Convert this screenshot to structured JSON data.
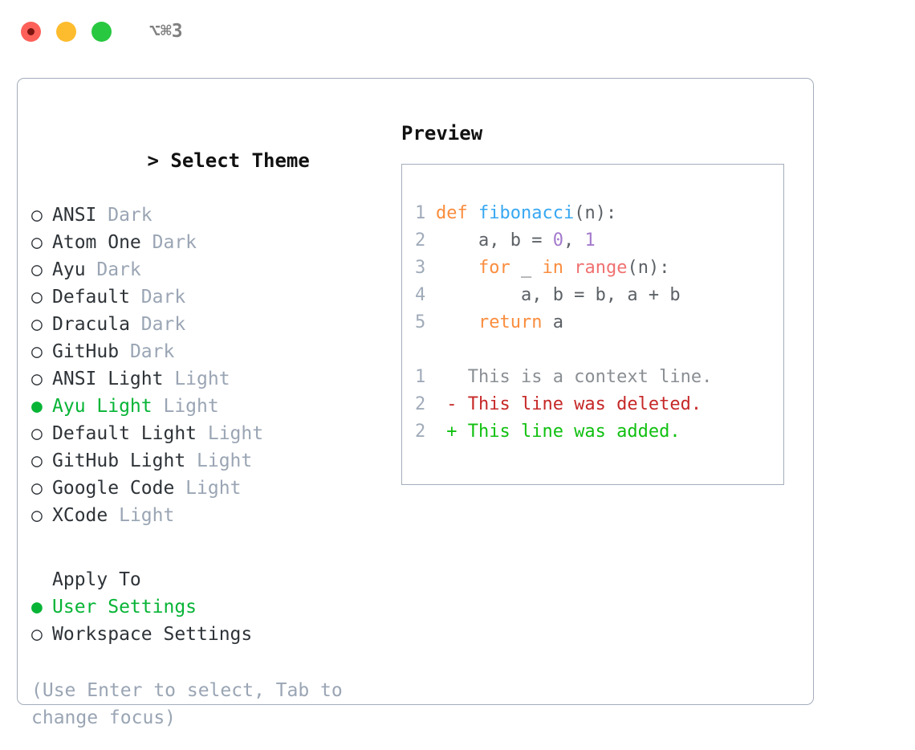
{
  "window": {
    "shortcut": "⌥⌘3",
    "traffic_lights": [
      {
        "name": "close",
        "color": "#fc6058"
      },
      {
        "name": "minimize",
        "color": "#fdbc2e"
      },
      {
        "name": "maximize",
        "color": "#28c840"
      }
    ]
  },
  "theme_picker": {
    "prompt": ">",
    "title": "Select Theme",
    "options": [
      {
        "bullet": "○",
        "name": "ANSI",
        "tag": "Dark",
        "selected": false
      },
      {
        "bullet": "○",
        "name": "Atom One",
        "tag": "Dark",
        "selected": false
      },
      {
        "bullet": "○",
        "name": "Ayu",
        "tag": "Dark",
        "selected": false
      },
      {
        "bullet": "○",
        "name": "Default",
        "tag": "Dark",
        "selected": false
      },
      {
        "bullet": "○",
        "name": "Dracula",
        "tag": "Dark",
        "selected": false
      },
      {
        "bullet": "○",
        "name": "GitHub",
        "tag": "Dark",
        "selected": false
      },
      {
        "bullet": "○",
        "name": "ANSI Light",
        "tag": "Light",
        "selected": false
      },
      {
        "bullet": "●",
        "name": "Ayu Light",
        "tag": "Light",
        "selected": true
      },
      {
        "bullet": "○",
        "name": "Default Light",
        "tag": "Light",
        "selected": false
      },
      {
        "bullet": "○",
        "name": "GitHub Light",
        "tag": "Light",
        "selected": false
      },
      {
        "bullet": "○",
        "name": "Google Code",
        "tag": "Light",
        "selected": false
      },
      {
        "bullet": "○",
        "name": "XCode",
        "tag": "Light",
        "selected": false
      }
    ]
  },
  "apply_to": {
    "title": "Apply To",
    "options": [
      {
        "bullet": "●",
        "name": "User Settings",
        "selected": true
      },
      {
        "bullet": "○",
        "name": "Workspace Settings",
        "selected": false
      }
    ]
  },
  "hint": "(Use Enter to select, Tab to change focus)",
  "preview": {
    "title": "Preview",
    "code_lines": [
      {
        "num": "1",
        "tokens": [
          {
            "t": "def ",
            "c": "kw"
          },
          {
            "t": "fibonacci",
            "c": "fn"
          },
          {
            "t": "(n):",
            "c": "pl"
          }
        ]
      },
      {
        "num": "2",
        "tokens": [
          {
            "t": "    a, b = ",
            "c": "pl"
          },
          {
            "t": "0",
            "c": "num"
          },
          {
            "t": ", ",
            "c": "pl"
          },
          {
            "t": "1",
            "c": "num"
          }
        ]
      },
      {
        "num": "3",
        "tokens": [
          {
            "t": "    ",
            "c": "pl"
          },
          {
            "t": "for",
            "c": "kw"
          },
          {
            "t": " _ ",
            "c": "pl"
          },
          {
            "t": "in",
            "c": "kw"
          },
          {
            "t": " ",
            "c": "pl"
          },
          {
            "t": "range",
            "c": "bi"
          },
          {
            "t": "(n):",
            "c": "pl"
          }
        ]
      },
      {
        "num": "4",
        "tokens": [
          {
            "t": "        a, b = b, a + b",
            "c": "pl"
          }
        ]
      },
      {
        "num": "5",
        "tokens": [
          {
            "t": "    ",
            "c": "pl"
          },
          {
            "t": "return",
            "c": "kw"
          },
          {
            "t": " a",
            "c": "pl"
          }
        ]
      }
    ],
    "diff_lines": [
      {
        "num": "1",
        "marker": " ",
        "text": "This is a context line.",
        "kind": "ctx"
      },
      {
        "num": "2",
        "marker": "-",
        "text": "This line was deleted.",
        "kind": "del"
      },
      {
        "num": "2",
        "marker": "+",
        "text": "This line was added.",
        "kind": "add"
      }
    ]
  },
  "colors": {
    "accent_green": "#07b436",
    "muted": "#9aa5b4",
    "border": "#a3adbb",
    "keyword": "#fa8d3e",
    "function": "#37a7f2",
    "builtin": "#f07171",
    "number": "#a37acc",
    "plain": "#5c6166",
    "diff_deleted": "#c62828",
    "diff_added": "#10c010"
  }
}
